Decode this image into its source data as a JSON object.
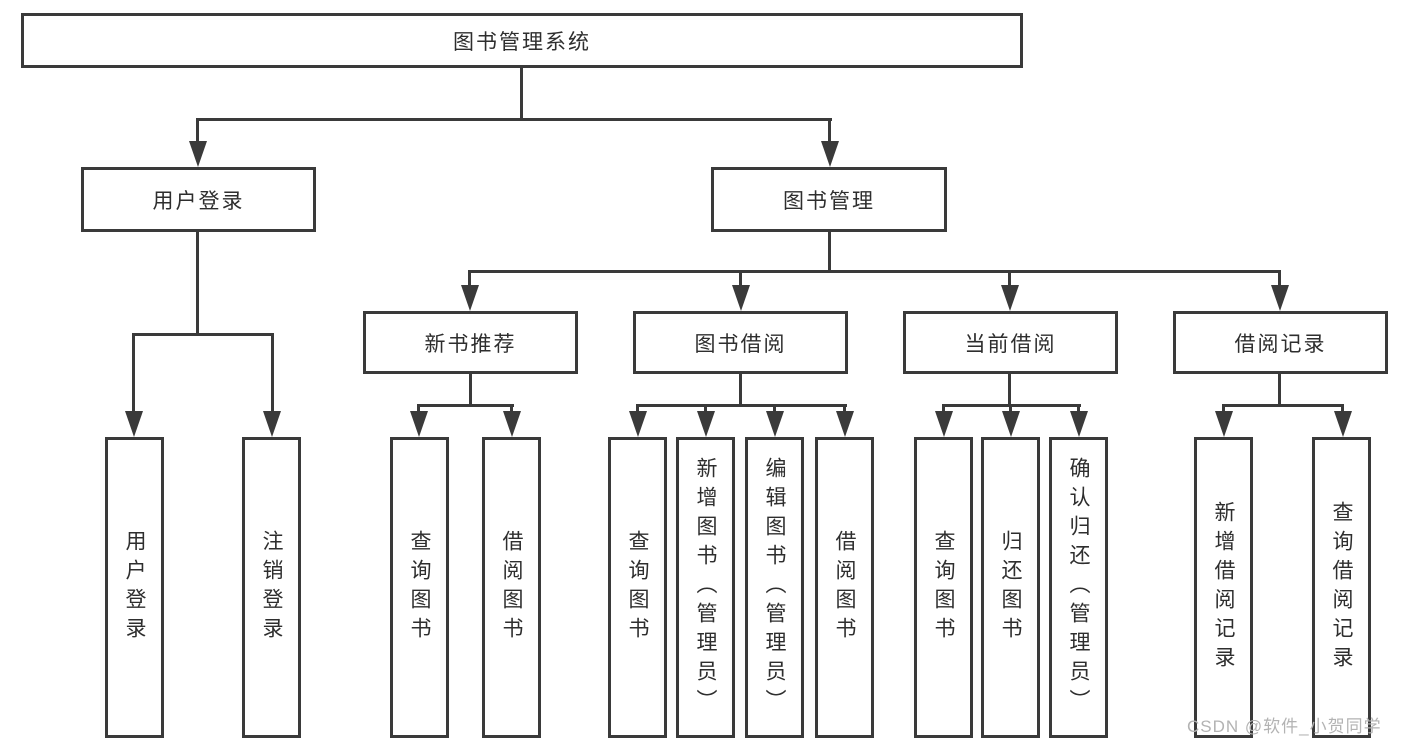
{
  "diagram": {
    "root": {
      "label": "图书管理系统"
    },
    "branches": [
      {
        "label": "用户登录",
        "children": [
          {
            "label": "用户登录"
          },
          {
            "label": "注销登录"
          }
        ]
      },
      {
        "label": "图书管理",
        "children": [
          {
            "label": "新书推荐",
            "children": [
              {
                "label": "查询图书"
              },
              {
                "label": "借阅图书"
              }
            ]
          },
          {
            "label": "图书借阅",
            "children": [
              {
                "label": "查询图书"
              },
              {
                "label": "新增图书（管理员）"
              },
              {
                "label": "编辑图书（管理员）"
              },
              {
                "label": "借阅图书"
              }
            ]
          },
          {
            "label": "当前借阅",
            "children": [
              {
                "label": "查询图书"
              },
              {
                "label": "归还图书"
              },
              {
                "label": "确认归还（管理员）"
              }
            ]
          },
          {
            "label": "借阅记录",
            "children": [
              {
                "label": "新增借阅记录"
              },
              {
                "label": "查询借阅记录"
              }
            ]
          }
        ]
      }
    ],
    "watermark": "CSDN @软件_小贺同学",
    "colors": {
      "line": "#3a3a3a",
      "text": "#2e2e2e",
      "watermark": "#b3b3b3",
      "background": "#ffffff"
    }
  }
}
